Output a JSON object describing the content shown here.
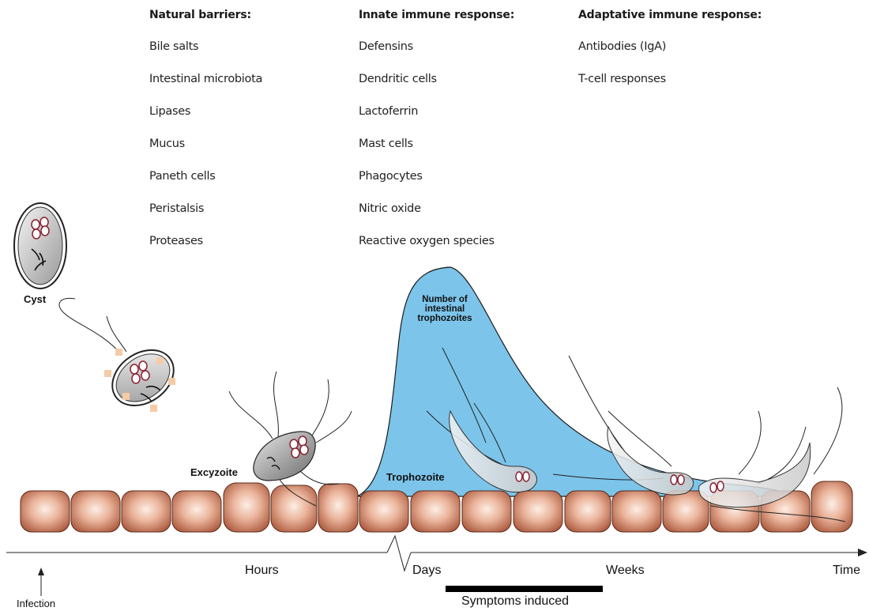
{
  "columns": {
    "natural": {
      "title": "Natural  barriers:",
      "items": [
        "Bile salts",
        "Intestinal microbiota",
        "Lipases",
        "Mucus",
        "Paneth cells",
        "Peristalsis",
        "Proteases"
      ]
    },
    "innate": {
      "title": "Innate immune response:",
      "items": [
        "Defensins",
        "Dendritic cells",
        "Lactoferrin",
        "Mast cells",
        "Phagocytes",
        "Nitric oxide",
        "Reactive oxygen species"
      ]
    },
    "adaptive": {
      "title": "Adaptative immune response:",
      "items": [
        "Antibodies (IgA)",
        "T-cell responses"
      ]
    }
  },
  "stage_labels": {
    "cyst": "Cyst",
    "excyzoite": "Excyzoite",
    "trophozoite": "Trophozoite"
  },
  "curve_label": {
    "line1": "Number of",
    "line2": "intestinal",
    "line3": "trophozoites"
  },
  "timeline": {
    "hours": "Hours",
    "days": "Days",
    "weeks": "Weeks",
    "time": "Time",
    "infection": "Infection",
    "symptoms": "Symptoms induced"
  },
  "colors": {
    "curve_fill": "#7cc4ea",
    "curve_stroke": "#1a1a1a",
    "cell_dark": "#b45a3c",
    "cell_light": "#fbe3d6",
    "symptoms_bar": "#000000"
  }
}
